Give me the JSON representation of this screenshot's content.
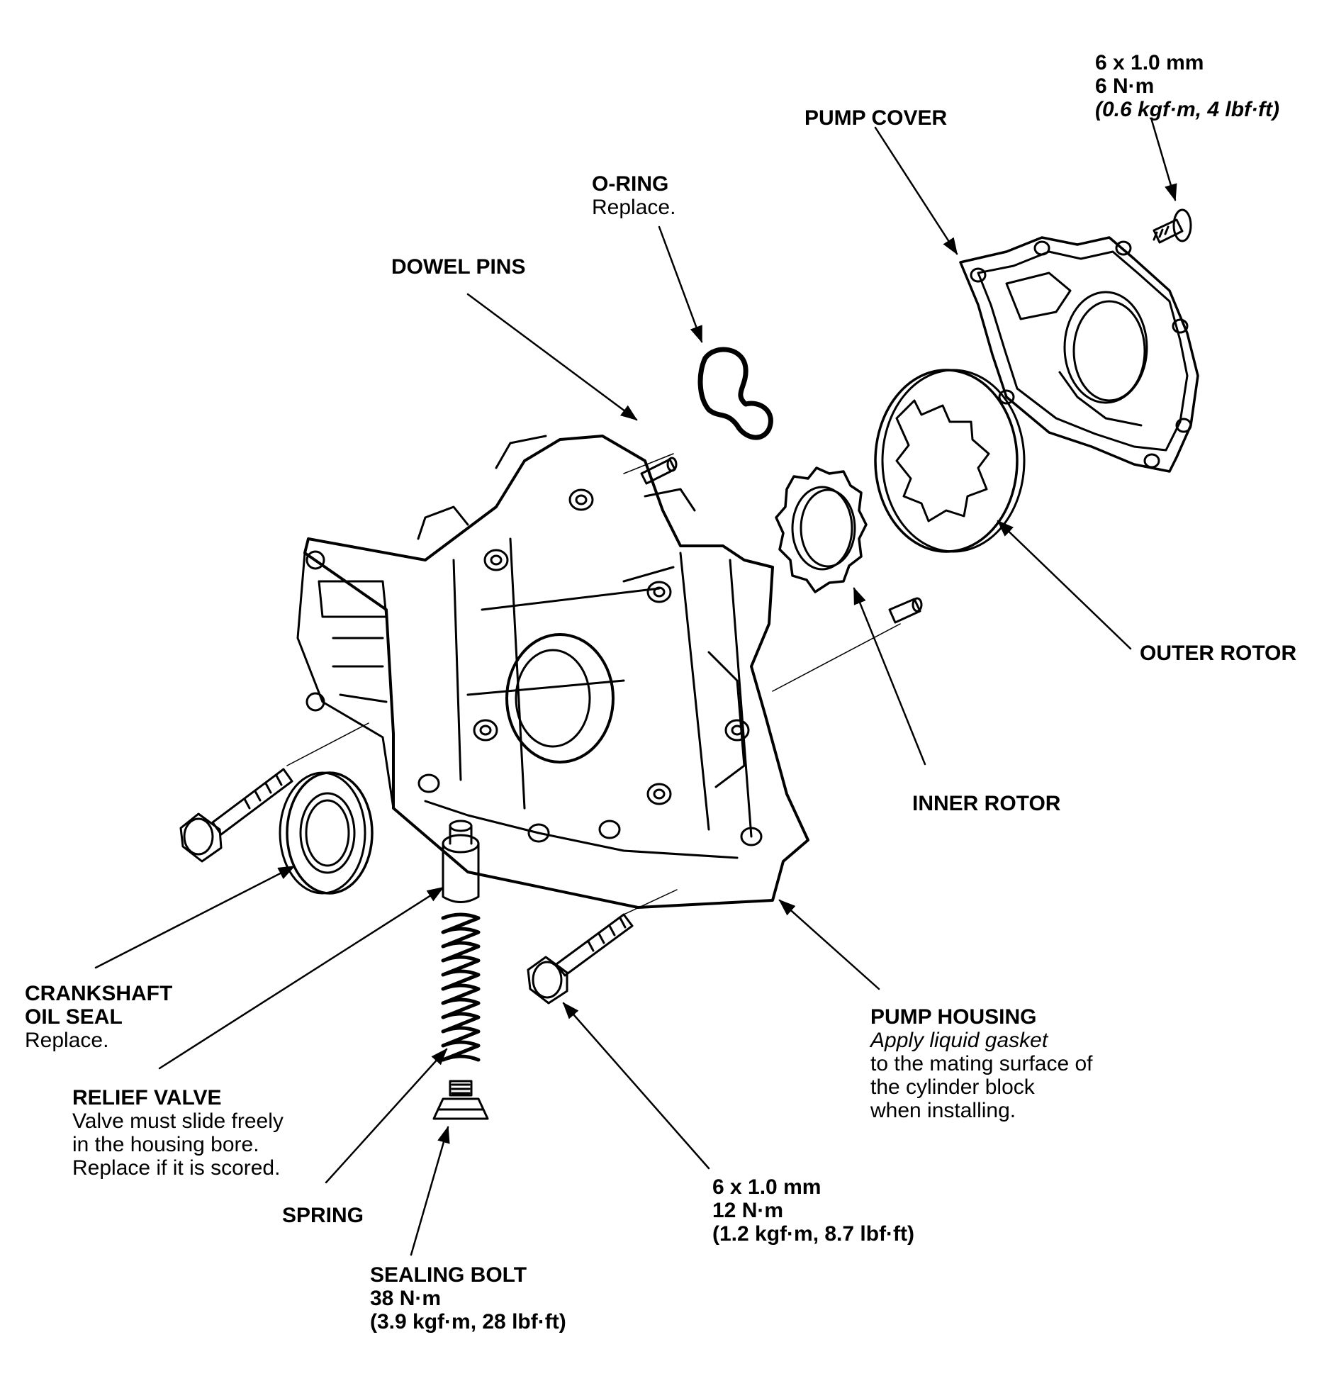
{
  "labels": {
    "top_bolt": {
      "size": "6 x 1.0 mm",
      "torque": "6 N·m",
      "torque_alt": "(0.6 kgf·m, 4 lbf·ft)"
    },
    "pump_cover": {
      "title": "PUMP COVER"
    },
    "o_ring": {
      "title": "O-RING",
      "note": "Replace."
    },
    "dowel_pins": {
      "title": "DOWEL PINS"
    },
    "outer_rotor": {
      "title": "OUTER ROTOR"
    },
    "inner_rotor": {
      "title": "INNER ROTOR"
    },
    "crankshaft_oil_seal": {
      "title_line1": "CRANKSHAFT",
      "title_line2": "OIL SEAL",
      "note": "Replace."
    },
    "relief_valve": {
      "title": "RELIEF VALVE",
      "note_line1": "Valve must slide freely",
      "note_line2": "in the housing bore.",
      "note_line3": "Replace if it is scored."
    },
    "spring": {
      "title": "SPRING"
    },
    "sealing_bolt": {
      "title": "SEALING BOLT",
      "torque": "38 N·m",
      "torque_alt": "(3.9 kgf·m, 28 lbf·ft)"
    },
    "bottom_bolt": {
      "size": "6 x 1.0 mm",
      "torque": "12 N·m",
      "torque_alt": "(1.2 kgf·m, 8.7 lbf·ft)"
    },
    "pump_housing": {
      "title": "PUMP HOUSING",
      "note_italic": "Apply liquid gasket",
      "note_line2": "to the mating surface of",
      "note_line3": "the cylinder block",
      "note_line4": "when installing."
    }
  }
}
